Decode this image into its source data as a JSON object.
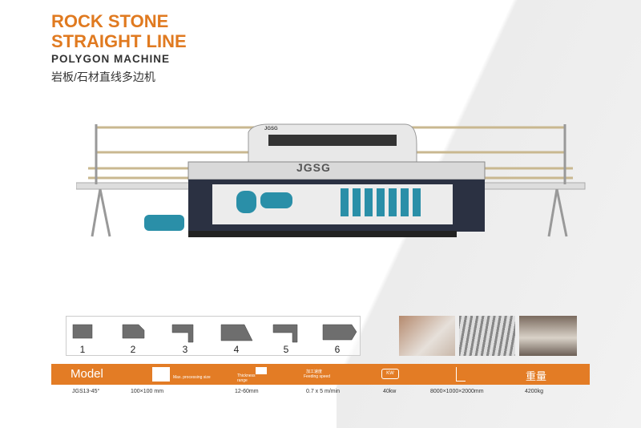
{
  "title": {
    "line1": "ROCK STONE",
    "line2": "STRAIGHT LINE",
    "line3": "POLYGON MACHINE",
    "chinese": "岩板/石材直线多边机"
  },
  "machine": {
    "brand": "JGSG",
    "brand_small": "JGSG"
  },
  "profiles": [
    "1",
    "2",
    "3",
    "4",
    "5",
    "6"
  ],
  "specs": {
    "header": {
      "model": "Model",
      "size_caption": "Max. processing size",
      "thickness_caption": "Thickness range",
      "speed_caption_cn": "加工速度",
      "speed_caption": "Feeding speed",
      "power_caption": "KW",
      "weight_caption": "重量"
    },
    "values": {
      "model": "JGS13-45°",
      "size": "100×100 mm",
      "thickness": "12-60mm",
      "speed": "0.7 x 5 m/min",
      "power": "40kw",
      "dimensions": "8000×1000×2000mm",
      "weight": "4200kg"
    }
  },
  "colors": {
    "accent": "#e37c25",
    "text": "#333333"
  }
}
